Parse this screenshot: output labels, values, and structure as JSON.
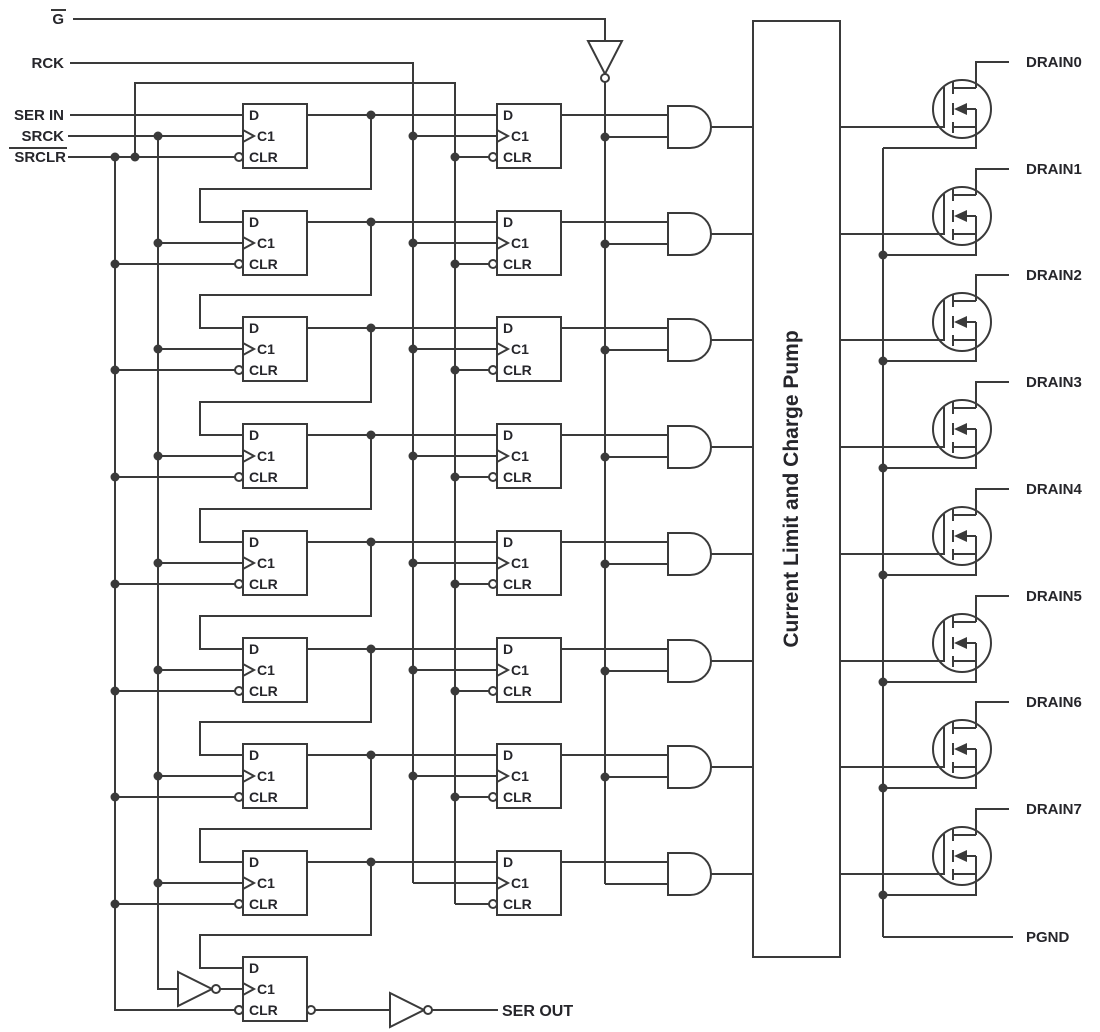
{
  "diagram_type": "logic-diagram",
  "inputs": [
    {
      "label": "G",
      "overline": true
    },
    {
      "label": "RCK",
      "overline": false
    },
    {
      "label": "SER IN",
      "overline": false
    },
    {
      "label": "SRCK",
      "overline": false
    },
    {
      "label": "SRCLR",
      "overline": true
    }
  ],
  "flipflop_pins": {
    "data": "D",
    "clock": "C1",
    "clear": "CLR"
  },
  "block_label": "Current Limit and Charge Pump",
  "drain_labels": [
    "DRAIN0",
    "DRAIN1",
    "DRAIN2",
    "DRAIN3",
    "DRAIN4",
    "DRAIN5",
    "DRAIN6",
    "DRAIN7"
  ],
  "pgnd_label": "PGND",
  "ser_out_label": "SER OUT",
  "counts": {
    "shift_register_stages": 8,
    "storage_register_stages": 8,
    "output_and_gates": 8,
    "output_mosfets": 8,
    "extra_serial_out_stage": 1
  },
  "colors": {
    "wire": "#3a3a3a",
    "text": "#26262b",
    "background": "#ffffff"
  }
}
